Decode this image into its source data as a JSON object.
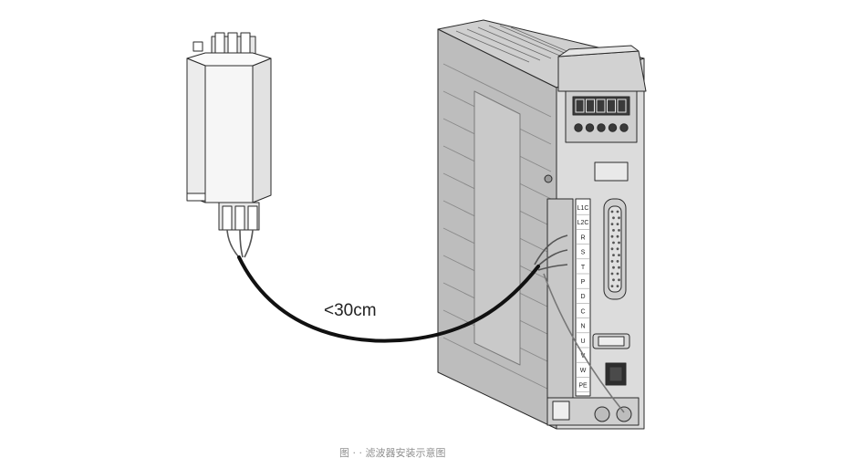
{
  "cable_length_label": "<30cm",
  "caption": "图 · · 滤波器安装示意图",
  "terminal_labels": [
    "L1C",
    "L2C",
    "R",
    "S",
    "T",
    "P",
    "D",
    "C",
    "N",
    "U",
    "V",
    "W",
    "PE"
  ],
  "display_digits": 5,
  "keypad_buttons": 5,
  "colors": {
    "line": "#2a2a2a",
    "drive_front": "#dcdcdc",
    "drive_side": "#bdbdbd",
    "drive_top": "#cfcfcf",
    "filter_body": "#f4f4f4",
    "cable": "#111111"
  },
  "icons": {
    "filter": "noise-filter-icon",
    "drive": "servo-drive-icon"
  }
}
